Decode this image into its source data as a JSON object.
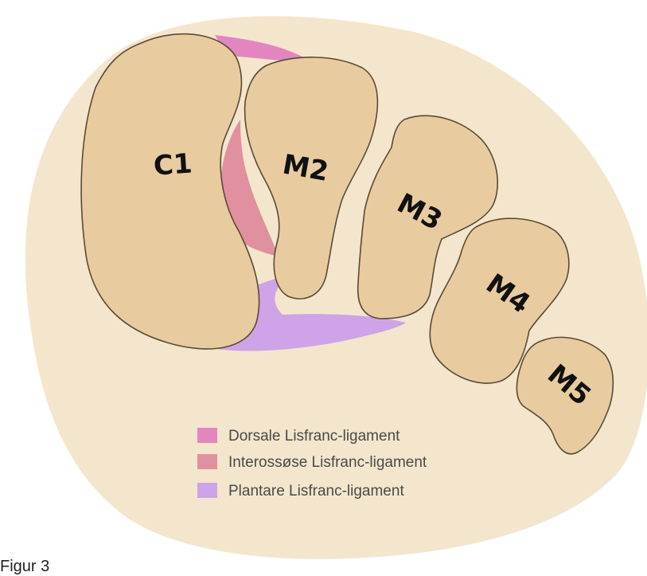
{
  "colors": {
    "background": "#f3e6cc",
    "bone_fill": "#e8cc9f",
    "bone_stroke": "#5a4a35",
    "dorsal": "#e386c0",
    "interosseous": "#e0909e",
    "plantar": "#cfa3e8"
  },
  "bones": [
    {
      "id": "C1",
      "label": "C1"
    },
    {
      "id": "M2",
      "label": "M2"
    },
    {
      "id": "M3",
      "label": "M3"
    },
    {
      "id": "M4",
      "label": "M4"
    },
    {
      "id": "M5",
      "label": "M5"
    }
  ],
  "legend": [
    {
      "key": "dorsal",
      "label": "Dorsale Lisfranc-ligament"
    },
    {
      "key": "interosseous",
      "label": "Interossøse Lisfranc-ligament"
    },
    {
      "key": "plantar",
      "label": "Plantare Lisfranc-ligament"
    }
  ],
  "caption": "Figur 3"
}
